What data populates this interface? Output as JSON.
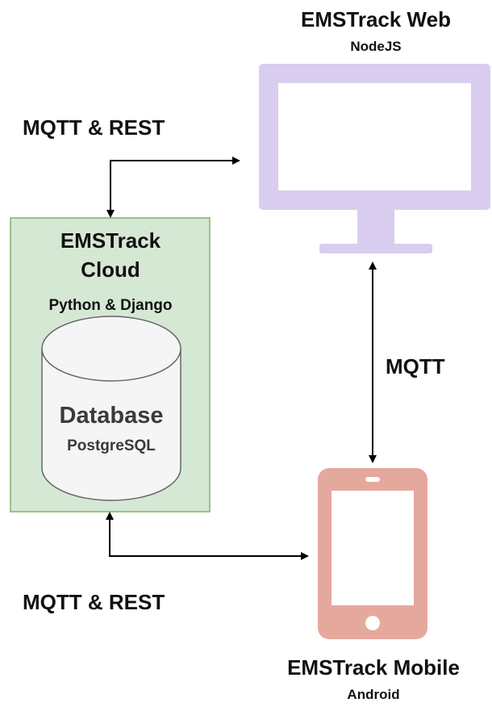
{
  "web": {
    "title": "EMSTrack Web",
    "subtitle": "NodeJS",
    "color": "#d9cdf0"
  },
  "cloud": {
    "title_line1": "EMSTrack",
    "title_line2": "Cloud",
    "subtitle": "Python & Django",
    "fill": "#d5e8d4",
    "border": "#82b366"
  },
  "database": {
    "title": "Database",
    "subtitle": "PostgreSQL",
    "fill": "#f5f5f5",
    "border": "#666666"
  },
  "mobile": {
    "title": "EMSTrack Mobile",
    "subtitle": "Android",
    "color": "#e5a89c"
  },
  "connections": {
    "cloud_web_label": "MQTT & REST",
    "web_mobile_label": "MQTT",
    "cloud_mobile_label": "MQTT & REST"
  }
}
